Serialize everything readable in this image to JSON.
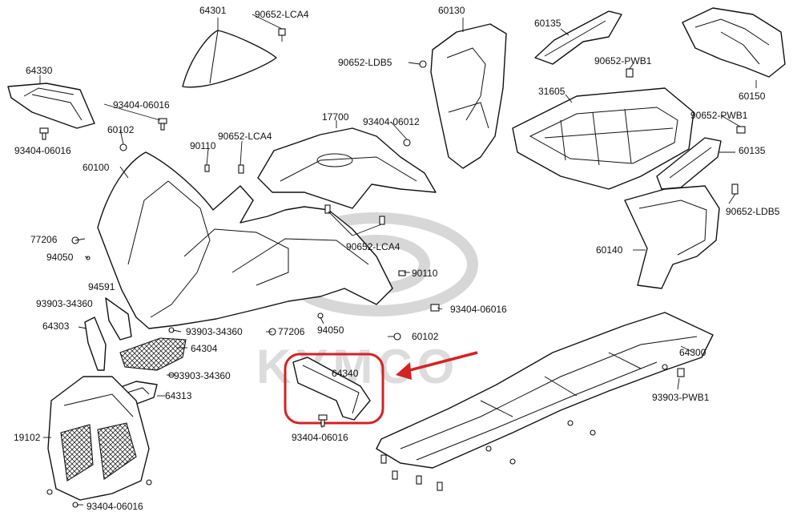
{
  "labels": {
    "p64301": "64301",
    "p90652_lca4_top": "90652-LCA4",
    "p60130": "60130",
    "p60135_top": "60135",
    "p64330": "64330",
    "p90652_ldb5_top": "90652-LDB5",
    "p90652_pwb1_a": "90652-PWB1",
    "p60150": "60150",
    "p93404_06016_a": "93404-06016",
    "p31605": "31605",
    "p90652_pwb1_b": "90652-PWB1",
    "p17700": "17700",
    "p93404_06012": "93404-06012",
    "p60102_a": "60102",
    "p90652_lca4_mid": "90652-LCA4",
    "p93404_06016_b": "93404-06016",
    "p90110_a": "90110",
    "p60135_mid": "60135",
    "p60100": "60100",
    "p90652_ldb5_mid": "90652-LDB5",
    "p77206_a": "77206",
    "p90652_lca4_low": "90652-LCA4",
    "p94050_a": "94050",
    "p60140": "60140",
    "p90110_b": "90110",
    "p94591": "94591",
    "p93903_34360_a": "93903-34360",
    "p93404_06016_c": "93404-06016",
    "p64303": "64303",
    "p93903_34360_b": "93903-34360",
    "p77206_b": "77206",
    "p94050_b": "94050",
    "p60102_b": "60102",
    "p64304": "64304",
    "p64300": "64300",
    "p64340": "64340",
    "p93903_34360_c": "93903-34360",
    "p64313": "64313",
    "p93903_pwb1": "93903-PWB1",
    "p93404_06016_d": "93404-06016",
    "p19102": "19102",
    "p93404_06016_e": "93404-06016"
  },
  "watermark": {
    "text": "KYMCO"
  },
  "highlight": {
    "color": "#d32323",
    "part": "64340"
  }
}
